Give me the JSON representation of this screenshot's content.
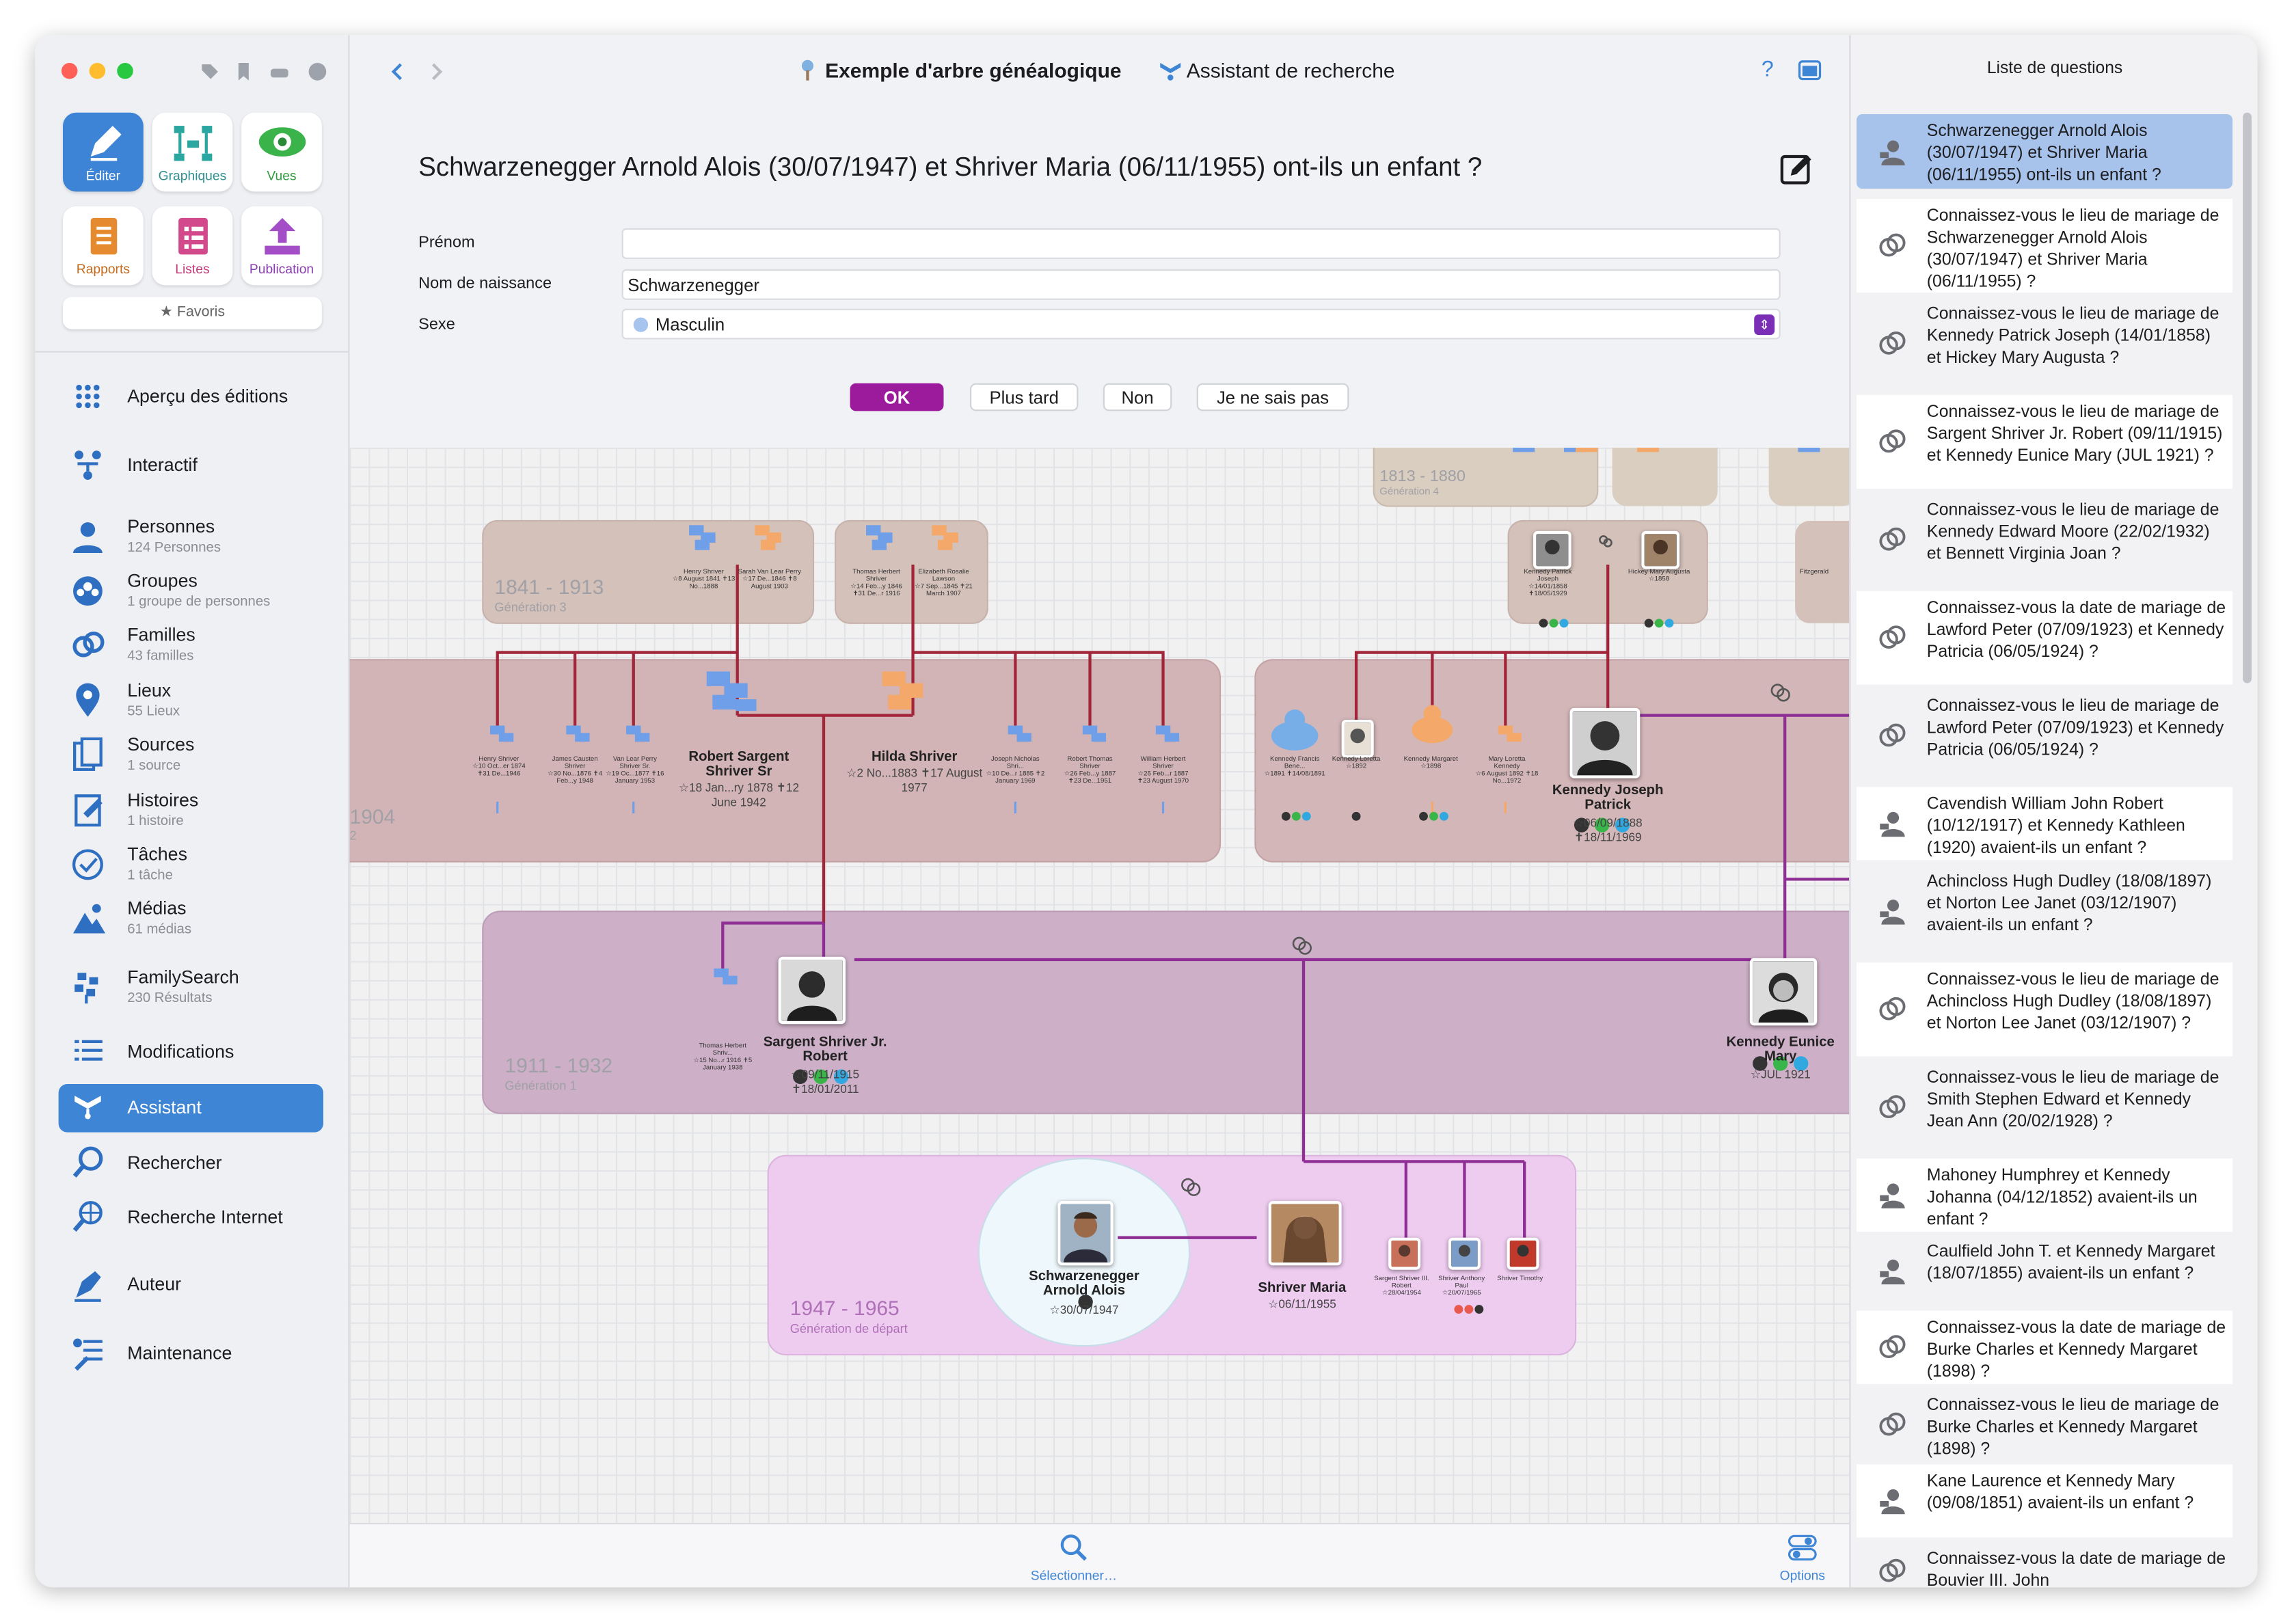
{
  "toolbar": {
    "editer": "Éditer",
    "graphiques": "Graphiques",
    "vues": "Vues",
    "rapports": "Rapports",
    "listes": "Listes",
    "publication": "Publication",
    "favoris": "★ Favoris"
  },
  "sidebar": {
    "items": [
      {
        "label": "Aperçu des éditions",
        "sub": ""
      },
      {
        "label": "Interactif",
        "sub": ""
      },
      {
        "label": "Personnes",
        "sub": "124 Personnes"
      },
      {
        "label": "Groupes",
        "sub": "1 groupe de personnes"
      },
      {
        "label": "Familles",
        "sub": "43 familles"
      },
      {
        "label": "Lieux",
        "sub": "55 Lieux"
      },
      {
        "label": "Sources",
        "sub": "1 source"
      },
      {
        "label": "Histoires",
        "sub": "1 histoire"
      },
      {
        "label": "Tâches",
        "sub": "1 tâche"
      },
      {
        "label": "Médias",
        "sub": "61 médias"
      },
      {
        "label": "FamilySearch",
        "sub": "230 Résultats"
      },
      {
        "label": "Modifications",
        "sub": ""
      },
      {
        "label": "Assistant",
        "sub": ""
      },
      {
        "label": "Rechercher",
        "sub": ""
      },
      {
        "label": "Recherche Internet",
        "sub": ""
      },
      {
        "label": "Auteur",
        "sub": ""
      },
      {
        "label": "Maintenance",
        "sub": ""
      }
    ]
  },
  "header": {
    "tab1": "Exemple d'arbre généalogique",
    "tab2": "Assistant de recherche",
    "help": "?"
  },
  "question": {
    "title": "Schwarzenegger Arnold Alois (30/07/1947) et Shriver Maria (06/11/1955) ont-ils un enfant ?",
    "prenom_label": "Prénom",
    "prenom_value": "",
    "nom_label": "Nom de naissance",
    "nom_value": "Schwarzenegger",
    "sexe_label": "Sexe",
    "sexe_value": "Masculin",
    "btn_ok": "OK",
    "btn_later": "Plus tard",
    "btn_non": "Non",
    "btn_unknown": "Je ne sais pas"
  },
  "tree": {
    "gen4": {
      "range": "1813 - 1880",
      "label": "Génération 4"
    },
    "gen3": {
      "range": "1841 - 1913",
      "label": "Génération 3"
    },
    "gen2": {
      "range": "1904",
      "label": "2"
    },
    "gen1": {
      "range": "1911 - 1932",
      "label": "Génération 1"
    },
    "gen0": {
      "range": "1947 - 1965",
      "label": "Génération de départ"
    },
    "gen3_people": [
      {
        "name": "Henry Shriver",
        "dates": "☆8 August 1841 ✝13 No...1888"
      },
      {
        "name": "Sarah Van Lear Perry",
        "dates": "☆17 De...1846 ✝8 August 1903"
      },
      {
        "name": "Thomas Herbert Shriver",
        "dates": "☆14 Feb...y 1846 ✝31 De...r 1916"
      },
      {
        "name": "Elizabeth Rosalie Lawson",
        "dates": "☆7 Sep...1845 ✝21 March 1907"
      },
      {
        "name": "Kennedy Patrick Joseph",
        "dates": "☆14/01/1858 ✝18/05/1929"
      },
      {
        "name": "Hickey Mary Augusta",
        "dates": "☆1858"
      },
      {
        "name": "Fitzgerald",
        "dates": ""
      }
    ],
    "gen2_people": [
      {
        "name": "Henry Shriver",
        "dates": "☆10 Oct...er 1874 ✝31 De...1946"
      },
      {
        "name": "James Causten Shriver",
        "dates": "☆30 No...1876 ✝4 Feb...y 1948"
      },
      {
        "name": "Van Lear Perry Shriver Sr.",
        "dates": "☆19 Oc...1877 ✝16 January 1953"
      },
      {
        "name": "Robert Sargent Shriver Sr",
        "dates": "☆18 Jan...ry 1878 ✝12 June 1942"
      },
      {
        "name": "Hilda Shriver",
        "dates": "☆2 No...1883 ✝17 August 1977"
      },
      {
        "name": "Joseph Nicholas Shri...",
        "dates": "☆10 De...r 1885 ✝2 January 1969"
      },
      {
        "name": "Robert Thomas Shriver",
        "dates": "☆26 Feb...y 1887 ✝23 De...1951"
      },
      {
        "name": "William Herbert Shriver",
        "dates": "☆25 Feb...r 1887 ✝23 August 1970"
      },
      {
        "name": "Kennedy Francis Bene...",
        "dates": "☆1891 ✝14/08/1891"
      },
      {
        "name": "Kennedy Loretta",
        "dates": "☆1892"
      },
      {
        "name": "Kennedy Margaret",
        "dates": "☆1898"
      },
      {
        "name": "Mary Loretta Kennedy",
        "dates": "☆6 August 1892 ✝18 No...1972"
      },
      {
        "name": "Kennedy Joseph Patrick",
        "dates": "☆06/09/1888 ✝18/11/1969"
      }
    ],
    "gen1_people": [
      {
        "name": "Thomas Herbert Shriv...",
        "dates": "☆15 No...r 1916 ✝5 January 1938"
      },
      {
        "name": "Sargent Shriver Jr. Robert",
        "dates": "☆09/11/1915 ✝18/01/2011"
      },
      {
        "name": "Kennedy Eunice Mary",
        "dates": "☆JUL 1921"
      }
    ],
    "gen0_people": [
      {
        "name": "Schwarzenegger Arnold Alois",
        "dates": "☆30/07/1947"
      },
      {
        "name": "Shriver Maria",
        "dates": "☆06/11/1955"
      },
      {
        "name": "Sargent Shriver III. Robert",
        "dates": "☆28/04/1954"
      },
      {
        "name": "Shriver Anthony Paul",
        "dates": "☆20/07/1965"
      },
      {
        "name": "Shriver Timothy",
        "dates": ""
      }
    ]
  },
  "bottom": {
    "select": "Sélectionner…",
    "options": "Options"
  },
  "questions_panel": {
    "title": "Liste de questions",
    "items": [
      {
        "text": "Schwarzenegger Arnold Alois (30/07/1947) et Shriver Maria (06/11/1955) ont-ils un enfant ?",
        "type": "person"
      },
      {
        "text": "Connaissez-vous le lieu de mariage de Schwarzenegger Arnold Alois (30/07/1947) et Shriver Maria (06/11/1955) ?",
        "type": "rings"
      },
      {
        "text": "Connaissez-vous le lieu de mariage de Kennedy Patrick Joseph (14/01/1858) et Hickey Mary Augusta ?",
        "type": "rings"
      },
      {
        "text": "Connaissez-vous le lieu de mariage de Sargent Shriver Jr. Robert (09/11/1915) et Kennedy Eunice Mary (JUL 1921) ?",
        "type": "rings"
      },
      {
        "text": "Connaissez-vous le lieu de mariage de Kennedy Edward Moore (22/02/1932) et Bennett Virginia Joan ?",
        "type": "rings"
      },
      {
        "text": "Connaissez-vous la date de mariage de Lawford Peter (07/09/1923) et Kennedy Patricia (06/05/1924) ?",
        "type": "rings"
      },
      {
        "text": "Connaissez-vous le lieu de mariage de Lawford Peter (07/09/1923) et Kennedy Patricia (06/05/1924) ?",
        "type": "rings"
      },
      {
        "text": "Cavendish William John Robert (10/12/1917) et Kennedy Kathleen (1920) avaient-ils un enfant ?",
        "type": "person"
      },
      {
        "text": "Achincloss Hugh Dudley (18/08/1897) et Norton Lee Janet (03/12/1907) avaient-ils un enfant ?",
        "type": "person"
      },
      {
        "text": "Connaissez-vous le lieu de mariage de Achincloss Hugh Dudley (18/08/1897) et Norton Lee Janet (03/12/1907) ?",
        "type": "rings"
      },
      {
        "text": "Connaissez-vous le lieu de mariage de Smith Stephen Edward et Kennedy Jean Ann (20/02/1928) ?",
        "type": "rings"
      },
      {
        "text": "Mahoney Humphrey et Kennedy Johanna (04/12/1852) avaient-ils un enfant ?",
        "type": "person"
      },
      {
        "text": "Caulfield John T. et Kennedy Margaret (18/07/1855) avaient-ils un enfant ?",
        "type": "person"
      },
      {
        "text": "Connaissez-vous la date de mariage de Burke Charles et Kennedy Margaret (1898) ?",
        "type": "rings"
      },
      {
        "text": "Connaissez-vous le lieu de mariage de Burke Charles et Kennedy Margaret (1898) ?",
        "type": "rings"
      },
      {
        "text": "Kane Laurence et Kennedy Mary (09/08/1851) avaient-ils un enfant ?",
        "type": "person"
      },
      {
        "text": "Connaissez-vous la date de mariage de Bouvier III. John",
        "type": "rings"
      }
    ]
  },
  "colors": {
    "accent": "#3e85d6",
    "ok_button": "#9c1b9c",
    "selected_question": "#a7c3ec",
    "gen3_box": "#d4c1ba",
    "gen2_box": "#d2b4b6",
    "gen1_box": "#cdb0c7",
    "gen0_box": "#eeccf0",
    "line_red": "#a3253a",
    "line_purple": "#8f2f95"
  }
}
